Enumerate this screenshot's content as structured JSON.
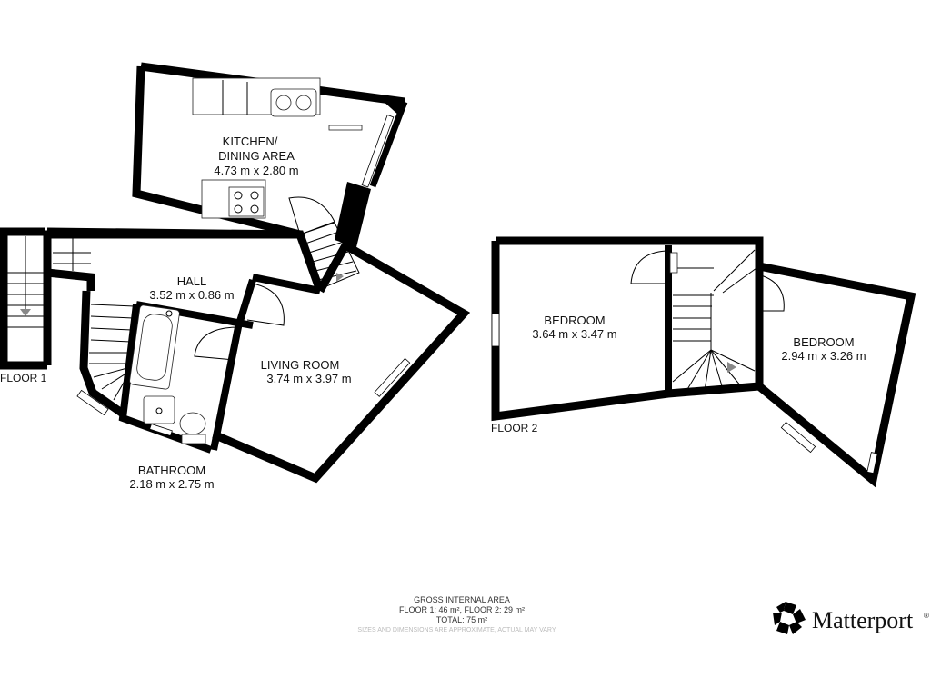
{
  "floor1": {
    "label": "FLOOR 1",
    "rooms": {
      "kitchen": {
        "name_line1": "KITCHEN/",
        "name_line2": "DINING AREA",
        "dims": "4.73 m x 2.80 m"
      },
      "hall": {
        "name": "HALL",
        "dims": "3.52 m x 0.86 m"
      },
      "living": {
        "name": "LIVING ROOM",
        "dims": "3.74 m x 3.97 m"
      },
      "bathroom": {
        "name": "BATHROOM",
        "dims": "2.18 m x 2.75 m"
      }
    }
  },
  "floor2": {
    "label": "FLOOR 2",
    "rooms": {
      "bedroom1": {
        "name": "BEDROOM",
        "dims": "3.64 m x 3.47 m"
      },
      "bedroom2": {
        "name": "BEDROOM",
        "dims": "2.94 m x 3.26 m"
      }
    }
  },
  "area_summary": {
    "heading": "GROSS INTERNAL AREA",
    "floors": "FLOOR 1: 46 m², FLOOR 2: 29 m²",
    "total": "TOTAL: 75 m²",
    "disclaimer": "SIZES AND DIMENSIONS ARE APPROXIMATE, ACTUAL MAY VARY."
  },
  "brand": {
    "name": "Matterport",
    "trademark": "®"
  },
  "colors": {
    "wall": "#000000",
    "background": "#ffffff",
    "text": "#111111",
    "disclaimer": "#bbbbbb"
  }
}
